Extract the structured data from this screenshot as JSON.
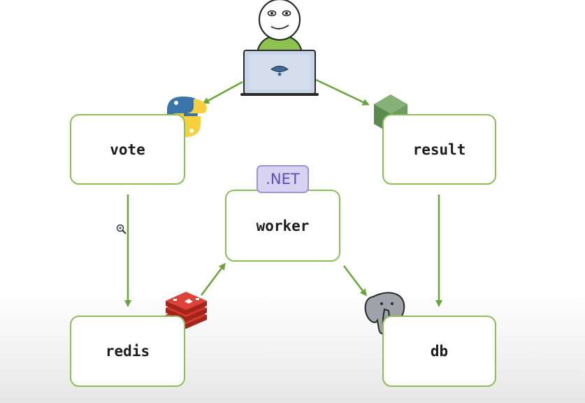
{
  "nodes": {
    "vote": "vote",
    "result": "result",
    "worker": "worker",
    "redis": "redis",
    "db": "db"
  },
  "worker_badge": ".NET",
  "colors": {
    "node_border": "#8cbf55",
    "arrow": "#6aa53a",
    "net_badge_bg": "#d9d3f2",
    "net_badge_text": "#5b4db8"
  },
  "icons": [
    "user-icon",
    "laptop-icon",
    "python-icon",
    "nodejs-icon",
    "redis-icon",
    "postgres-icon",
    "zoom-cursor-icon"
  ]
}
